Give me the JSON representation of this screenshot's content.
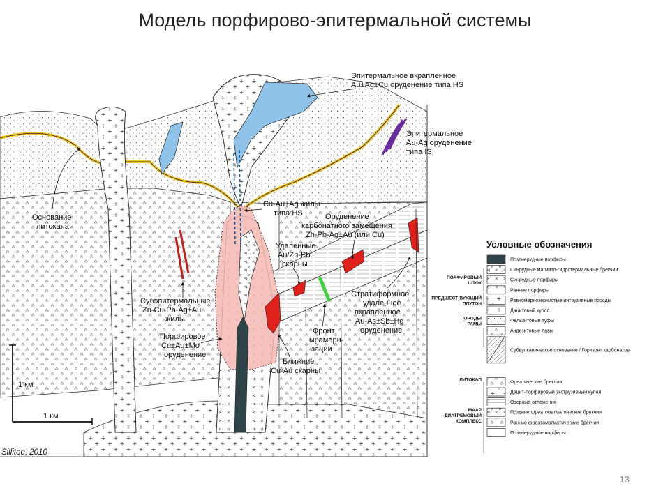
{
  "title": "Модель порфирово-эпитермальной системы",
  "page_number": "13",
  "citation": "Sillitoe, 2010",
  "colors": {
    "hs_blue": "#8fc3ea",
    "porphyry_pink": "#f4b9b4",
    "lithocap_yellow": "#f0c020",
    "vein_red": "#e0201a",
    "is_purple": "#6a2aa0",
    "marble_green": "#40d040",
    "dark_stock": "#2e4448"
  },
  "labels": {
    "hs_epithermal": [
      "Эпитермальное вкрапленное",
      "Au±Ag±Cu оруденение типа HS"
    ],
    "is_epithermal": [
      "Эпитермальное",
      "Au-Ag оруденение",
      "типа IS"
    ],
    "lithocap_base": [
      "Основание",
      "литокапа"
    ],
    "hs_veins": [
      "Cu-Au±Ag жилы",
      "типа HS"
    ],
    "carbonate_replacement": [
      "Оруденение",
      "карбонатного замещения",
      "Zn-Pb-Ag±Au (или Cu)"
    ],
    "distal_skarn": [
      "Удаленные",
      "Au/Zn-Pb",
      "скарны"
    ],
    "subepithermal": [
      "Субэпитермальные",
      "Zn-Cu-Pb-Ag±Au",
      "жилы"
    ],
    "porphyry_deposit": [
      "Порфировое",
      "Cu±Au±Mo",
      "оруденение"
    ],
    "marble_front": [
      "Фронт",
      "мраморн-",
      "зации"
    ],
    "stratiform": [
      "Стратиформное",
      "удаленное",
      "вкрапленное",
      "Au-As±Sb±Hg",
      "оруденение"
    ],
    "proximal_skarn": [
      "Ближние",
      "Cu-Au скарны"
    ],
    "scale_vertical": "1 км",
    "scale_horizontal": "1 км"
  },
  "legend": {
    "title": "Условные обозначения",
    "items": [
      {
        "group": "",
        "label": "Позднерудные порфиры",
        "pattern": "dark"
      },
      {
        "group": "",
        "label": "Синрудные магмато-гидротермальные брекчии",
        "pattern": "breccia"
      },
      {
        "group": "ПОРФИРОВЫЙ ШТОК",
        "label": "Синрудные порфиры",
        "pattern": "cross"
      },
      {
        "group": "",
        "label": "Ранние порфиры",
        "pattern": "cross"
      },
      {
        "group": "ПРЕДШЕСТ-ВУЮЩИЙ ПЛУТОН",
        "label": "Равномернозернистые интрузивные породы",
        "pattern": "plus"
      },
      {
        "group": "",
        "label": "Дацитовый купол",
        "pattern": "plus"
      },
      {
        "group": "ПОРОДЫ РАМЫ",
        "label": "Фельзитовые туфы",
        "pattern": "dots"
      },
      {
        "group": "",
        "label": "Андезитовые лавы",
        "pattern": "triangles"
      },
      {
        "group": "",
        "label": "Субвулканическое основание / Горизонт карбонатов",
        "pattern": "diagonal"
      },
      {
        "group": "ЛИТОКАП",
        "label": "Фреатические брекчии",
        "pattern": "filled-tri"
      },
      {
        "group": "",
        "label": "Дацит-порфировый экструзивный купол",
        "pattern": "plus"
      },
      {
        "group": "",
        "label": "Озерные отложения",
        "pattern": "lines"
      },
      {
        "group": "МААР -ДИАТРЕМОВЫЙ КОМПЛЕКС",
        "label": "Поздние фреатомагматические брекчии",
        "pattern": "breccia"
      },
      {
        "group": "",
        "label": "Ранние фреатомагматические брекчии",
        "pattern": "triangles"
      },
      {
        "group": "",
        "label": "Позднерудные порфиры",
        "pattern": "blank"
      }
    ]
  }
}
